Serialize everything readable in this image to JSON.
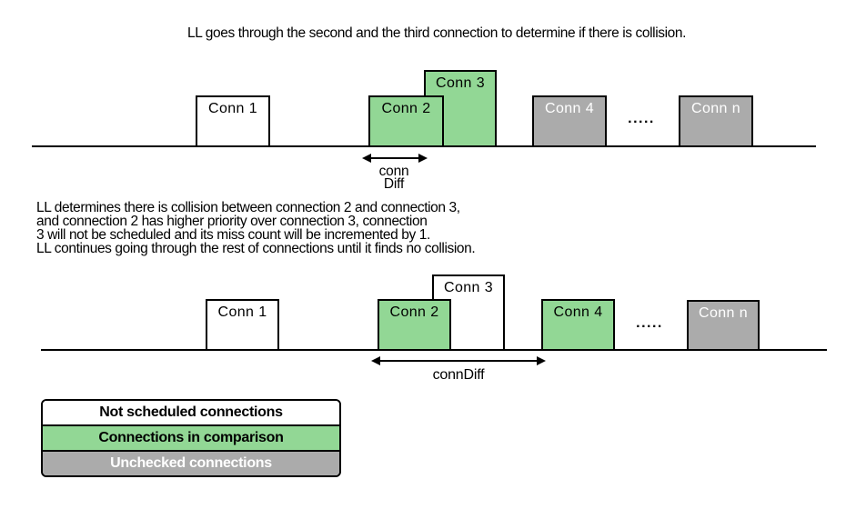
{
  "title": "LL goes through the second and the third connection to determine if there is collision.",
  "paragraph": {
    "lines": [
      "LL determines there is collision between connection 2 and connection 3,",
      "and connection 2 has higher priority over connection 3, connection",
      "3 will not be scheduled and its miss count will be incremented by 1.",
      "LL continues going through the rest of connections until it finds no collision."
    ]
  },
  "diagram1": {
    "boxes": [
      {
        "name": "conn1",
        "label": "Conn 1",
        "style": "not-scheduled"
      },
      {
        "name": "conn3",
        "label": "Conn 3",
        "style": "in-comparison"
      },
      {
        "name": "conn2",
        "label": "Conn 2",
        "style": "in-comparison"
      },
      {
        "name": "conn4",
        "label": "Conn 4",
        "style": "unchecked"
      },
      {
        "name": "conn_n",
        "label": "Conn n",
        "style": "unchecked"
      }
    ],
    "ellipsis": ".....",
    "arrow_label": [
      "conn",
      "Diff"
    ]
  },
  "diagram2": {
    "boxes": [
      {
        "name": "conn1",
        "label": "Conn 1",
        "style": "not-scheduled"
      },
      {
        "name": "conn3",
        "label": "Conn 3",
        "style": "not-scheduled"
      },
      {
        "name": "conn2",
        "label": "Conn 2",
        "style": "in-comparison"
      },
      {
        "name": "conn4",
        "label": "Conn 4",
        "style": "in-comparison"
      },
      {
        "name": "conn_n",
        "label": "Conn n",
        "style": "unchecked"
      }
    ],
    "ellipsis": ".....",
    "arrow_label": "connDiff"
  },
  "legend": {
    "items": [
      {
        "label": "Not scheduled connections",
        "style": "not-scheduled"
      },
      {
        "label": "Connections in comparison",
        "style": "in-comparison"
      },
      {
        "label": "Unchecked connections",
        "style": "unchecked"
      }
    ]
  },
  "colors": {
    "in_comparison_green": "#92d795",
    "unchecked_gray": "#ababab",
    "not_scheduled_white": "#ffffff",
    "line_black": "#000000"
  }
}
